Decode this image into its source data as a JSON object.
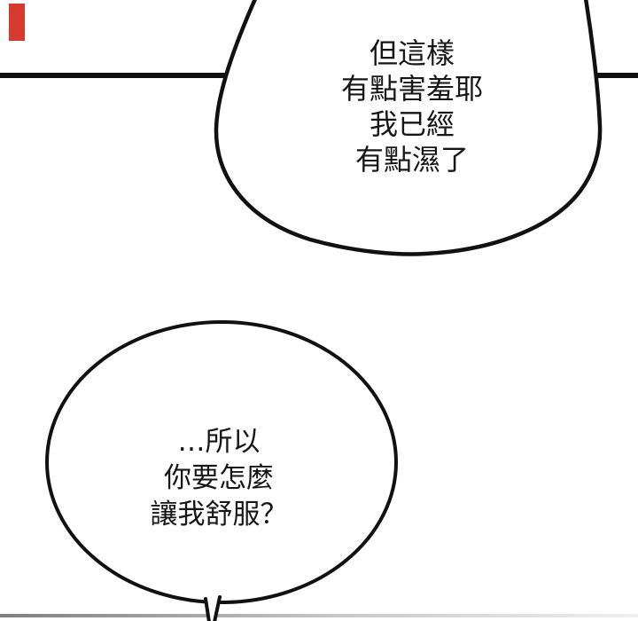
{
  "page": {
    "background": "#ffffff",
    "ink": "#111111"
  },
  "marker": {
    "color": "#d53a2e"
  },
  "bubbles": {
    "top": {
      "lines": [
        "但這樣",
        "有點害羞耶",
        "我已經",
        "有點濕了"
      ]
    },
    "bottom": {
      "lines": [
        "…所以",
        "你要怎麼",
        "讓我舒服？"
      ]
    }
  },
  "rules": {
    "bottom_line_gradient": "linear-gradient(to right, #7f7f7f, #c9c9c9 55%, #efefef)"
  }
}
